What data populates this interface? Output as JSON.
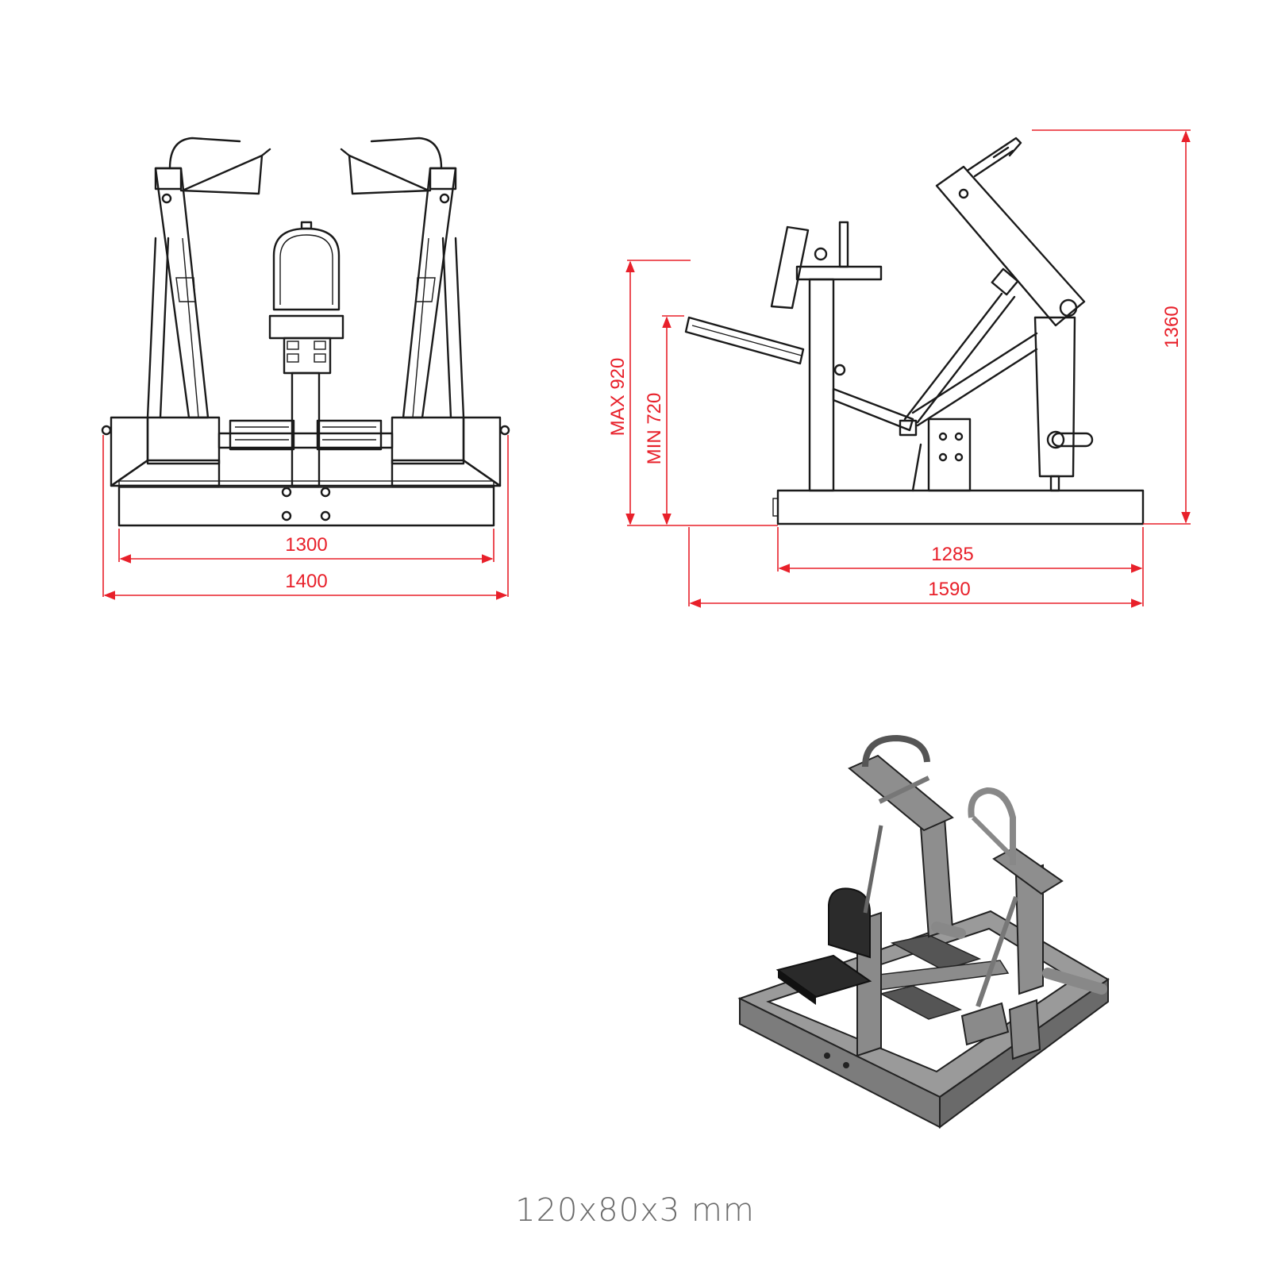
{
  "front_view": {
    "width_inner": "1300",
    "width_outer": "1400"
  },
  "side_view": {
    "seat_max": "MAX 920",
    "seat_min": "MIN 720",
    "height": "1360",
    "length_inner": "1285",
    "length_outer": "1590"
  },
  "spec_label": "120x80x3 mm",
  "colors": {
    "dimension": "#e8202a",
    "linework": "#1a1a1a",
    "render_frame": "#8e8e8e"
  }
}
